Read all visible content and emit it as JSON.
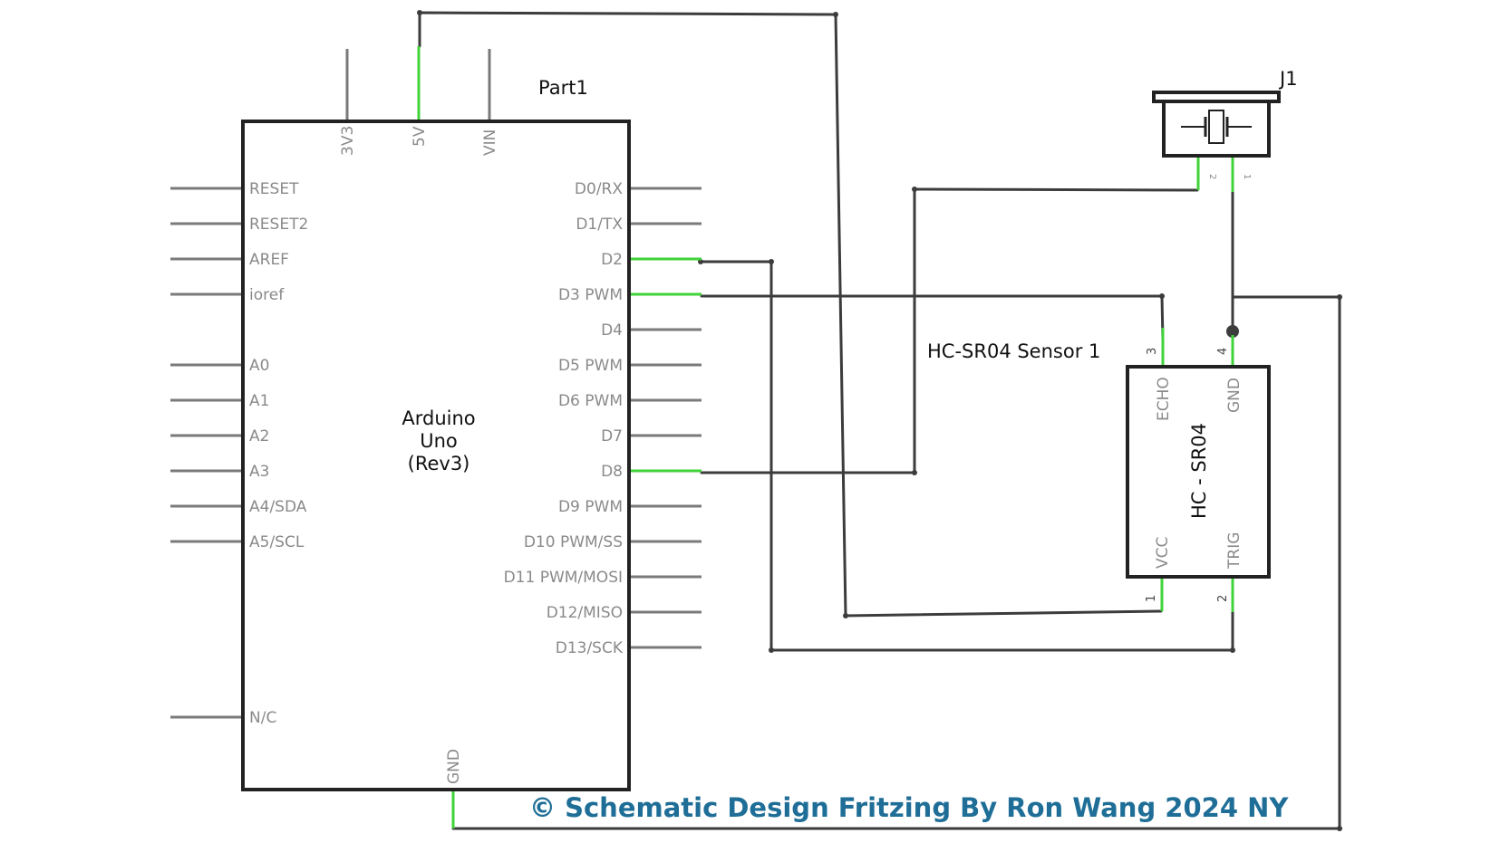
{
  "arduino": {
    "part_label": "Part1",
    "name_lines": [
      "Arduino",
      "Uno",
      "(Rev3)"
    ],
    "top_pins": [
      "3V3",
      "5V",
      "VIN"
    ],
    "bottom_pin": "GND",
    "left_pins": [
      "RESET",
      "RESET2",
      "AREF",
      "ioref",
      "A0",
      "A1",
      "A2",
      "A3",
      "A4/SDA",
      "A5/SCL",
      "N/C"
    ],
    "right_pins": [
      "D0/RX",
      "D1/TX",
      "D2",
      "D3 PWM",
      "D4",
      "D5 PWM",
      "D6 PWM",
      "D7",
      "D8",
      "D9 PWM",
      "D10 PWM/SS",
      "D11 PWM/MOSI",
      "D12/MISO",
      "D13/SCK"
    ]
  },
  "sensor": {
    "part_label": "HC-SR04 Sensor 1",
    "center_label": "HC - SR04",
    "pins": {
      "echo": "ECHO",
      "gnd": "GND",
      "vcc": "VCC",
      "trig": "TRIG",
      "num_echo": "3",
      "num_gnd": "4",
      "num_vcc": "1",
      "num_trig": "2"
    }
  },
  "buzzer": {
    "part_label": "J1",
    "pin_2": "2",
    "pin_1": "1"
  },
  "credit": "© Schematic Design Fritzing By Ron Wang 2024 NY",
  "colors": {
    "wire": "#3c3c3c",
    "pin": "#7a7a7a",
    "active_pin": "#41d33a",
    "credit": "#1f6e97"
  }
}
